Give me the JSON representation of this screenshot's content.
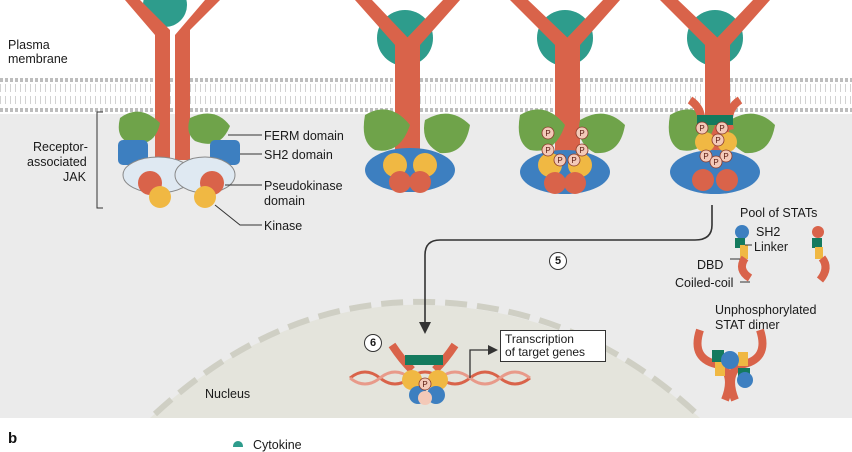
{
  "labels": {
    "plasma_membrane_1": "Plasma",
    "plasma_membrane_2": "membrane",
    "receptor_jak_1": "Receptor-",
    "receptor_jak_2": "associated",
    "receptor_jak_3": "JAK",
    "ferm": "FERM domain",
    "sh2_domain": "SH2 domain",
    "pseudokinase_1": "Pseudokinase",
    "pseudokinase_2": "domain",
    "kinase": "Kinase",
    "pool": "Pool of STATs",
    "sh2": "SH2",
    "linker": "Linker",
    "dbd": "DBD",
    "coiled_coil": "Coiled-coil",
    "unphos_1": "Unphosphorylated",
    "unphos_2": "STAT dimer",
    "transcription_1": "Transcription",
    "transcription_2": "of target genes",
    "nucleus": "Nucleus",
    "panel_b": "b",
    "cytokine": "Cytokine"
  },
  "steps": {
    "step5": "5",
    "step6": "6"
  },
  "phospho": "P",
  "colors": {
    "receptor": "#d9634a",
    "cytokine": "#2e9c8c",
    "ferm": "#6fa34a",
    "sh2": "#3d7fc0",
    "pseudokinase": "#d9634a",
    "kinase": "#f0b843",
    "linker": "#f0d060",
    "membrane": "#c8c8c8",
    "nucleus": "#e4e4dc",
    "cytoplasm": "#ebebeb"
  }
}
